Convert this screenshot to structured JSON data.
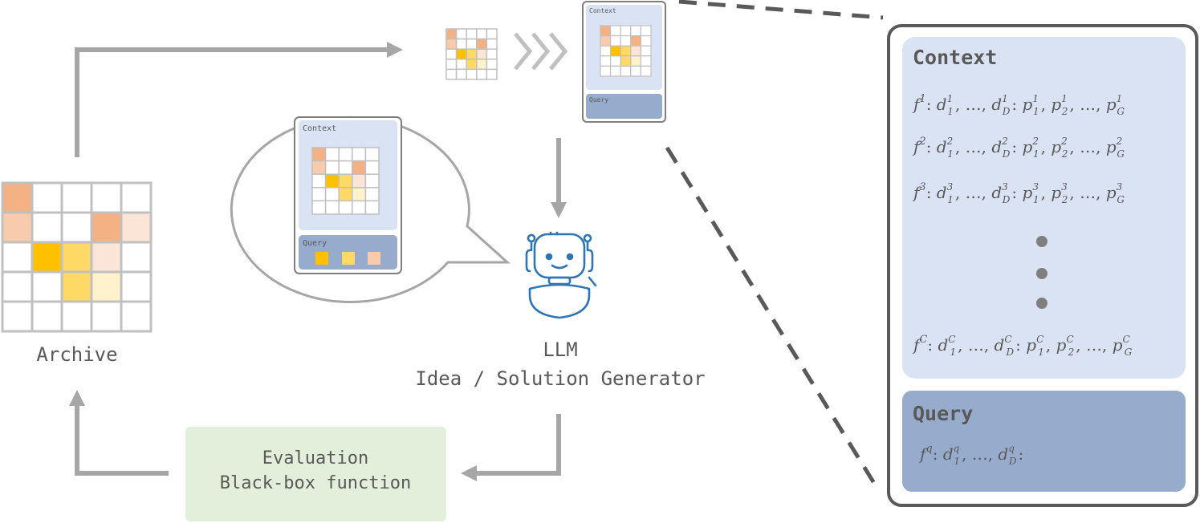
{
  "labels": {
    "archive": "Archive",
    "llm_line1": "LLM",
    "llm_line2": "Idea / Solution Generator",
    "eval_line1": "Evaluation",
    "eval_line2": "Black-box function",
    "context": "Context",
    "query": "Query"
  },
  "colors": {
    "arrow": "#a6a6a6",
    "grid_line": "#c0c0c0",
    "dark_orange": "#f4b183",
    "light_orange": "#f8cbad",
    "pale_orange": "#fbe5d6",
    "gold": "#ffc000",
    "yellow": "#ffd966",
    "pale_yellow": "#fff2cc",
    "context_bg": "#dae3f3",
    "query_bg": "#97abcd",
    "eval_bg": "#e2efda",
    "robot": "#2e75b6"
  },
  "archive_grid": [
    [
      "dark_orange",
      "",
      "",
      "",
      ""
    ],
    [
      "light_orange",
      "",
      "",
      "dark_orange",
      "pale_orange"
    ],
    [
      "",
      "gold",
      "yellow",
      "pale_orange",
      ""
    ],
    [
      "",
      "",
      "yellow",
      "pale_yellow",
      ""
    ],
    [
      "",
      "",
      "",
      "",
      ""
    ]
  ],
  "mini_grid": [
    [
      "dark_orange",
      "",
      "",
      "",
      ""
    ],
    [
      "light_orange",
      "",
      "",
      "dark_orange",
      ""
    ],
    [
      "",
      "gold",
      "yellow",
      "pale_orange",
      ""
    ],
    [
      "",
      "",
      "yellow",
      "pale_yellow",
      ""
    ],
    [
      "",
      "",
      "",
      "",
      ""
    ]
  ],
  "query_cells": [
    "gold",
    "yellow",
    "light_orange"
  ],
  "context_rows": [
    {
      "f": "f",
      "sup": "1"
    },
    {
      "f": "f",
      "sup": "2"
    },
    {
      "f": "f",
      "sup": "3"
    },
    {
      "f": "f",
      "sup": "C"
    }
  ],
  "query_row": {
    "f": "f",
    "sup": "q"
  }
}
